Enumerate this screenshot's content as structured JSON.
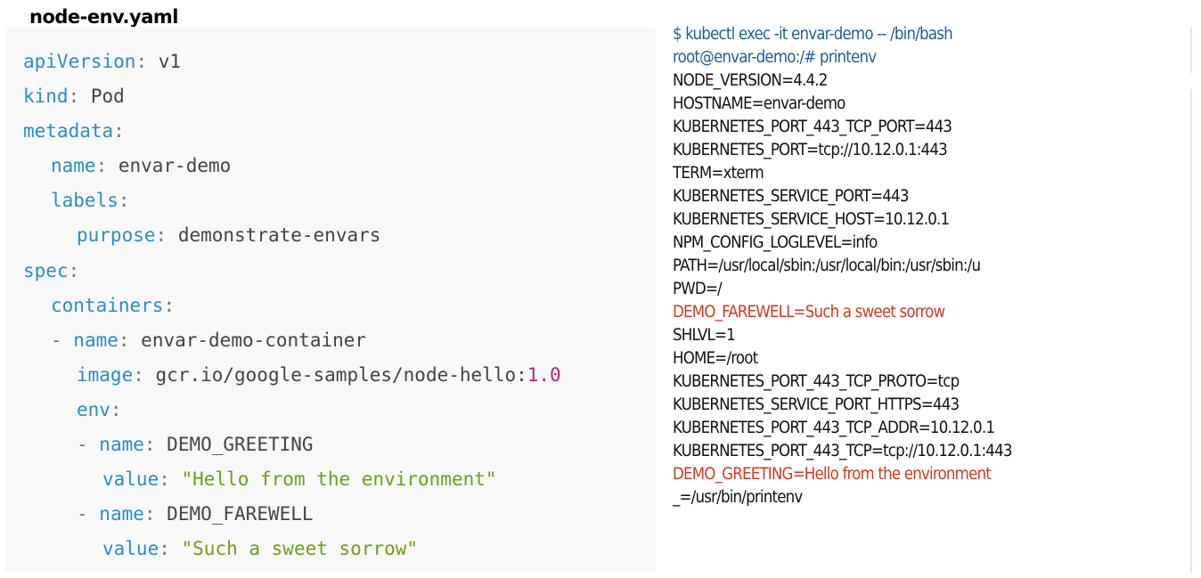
{
  "file_title": "node-env.yaml",
  "yaml": {
    "lines": [
      {
        "key": "apiVersion",
        "value": "v1"
      },
      {
        "key": "kind",
        "value": "Pod"
      },
      {
        "key": "metadata",
        "value": ""
      },
      {
        "key": "name",
        "value": "envar-demo"
      },
      {
        "key": "labels",
        "value": ""
      },
      {
        "key": "purpose",
        "value": "demonstrate-envars"
      },
      {
        "key": "spec",
        "value": ""
      },
      {
        "key": "containers",
        "value": ""
      },
      {
        "key": "name",
        "value": "envar-demo-container"
      },
      {
        "key": "image",
        "value": "gcr.io/google-samples/node-hello:",
        "num": "1.0"
      },
      {
        "key": "env",
        "value": ""
      },
      {
        "key": "name",
        "value": "DEMO_GREETING"
      },
      {
        "key": "value",
        "value": "\"Hello from the environment\""
      },
      {
        "key": "name",
        "value": "DEMO_FAREWELL"
      },
      {
        "key": "value",
        "value": "\"Such a sweet sorrow\""
      }
    ]
  },
  "terminal": {
    "command": "$ kubectl exec -it envar-demo -- /bin/bash",
    "prompt": "root@envar-demo:/# printenv",
    "output": [
      "NODE_VERSION=4.4.2",
      "HOSTNAME=envar-demo",
      "KUBERNETES_PORT_443_TCP_PORT=443",
      "KUBERNETES_PORT=tcp://10.12.0.1:443",
      "TERM=xterm",
      "KUBERNETES_SERVICE_PORT=443",
      "KUBERNETES_SERVICE_HOST=10.12.0.1",
      "NPM_CONFIG_LOGLEVEL=info",
      "PATH=/usr/local/sbin:/usr/local/bin:/usr/sbin:/u",
      "PWD=/",
      "DEMO_FAREWELL=Such a sweet sorrow",
      "SHLVL=1",
      "HOME=/root",
      "KUBERNETES_PORT_443_TCP_PROTO=tcp",
      "KUBERNETES_SERVICE_PORT_HTTPS=443",
      "KUBERNETES_PORT_443_TCP_ADDR=10.12.0.1",
      "KUBERNETES_PORT_443_TCP=tcp://10.12.0.1:443",
      "DEMO_GREETING=Hello from the environment",
      "_=/usr/bin/printenv"
    ]
  },
  "colors": {
    "yaml_key": "#2c8cc6",
    "yaml_string": "#68a217",
    "yaml_number": "#c2207f",
    "terminal_command": "#1f5d99",
    "terminal_highlight": "#d2391f"
  }
}
